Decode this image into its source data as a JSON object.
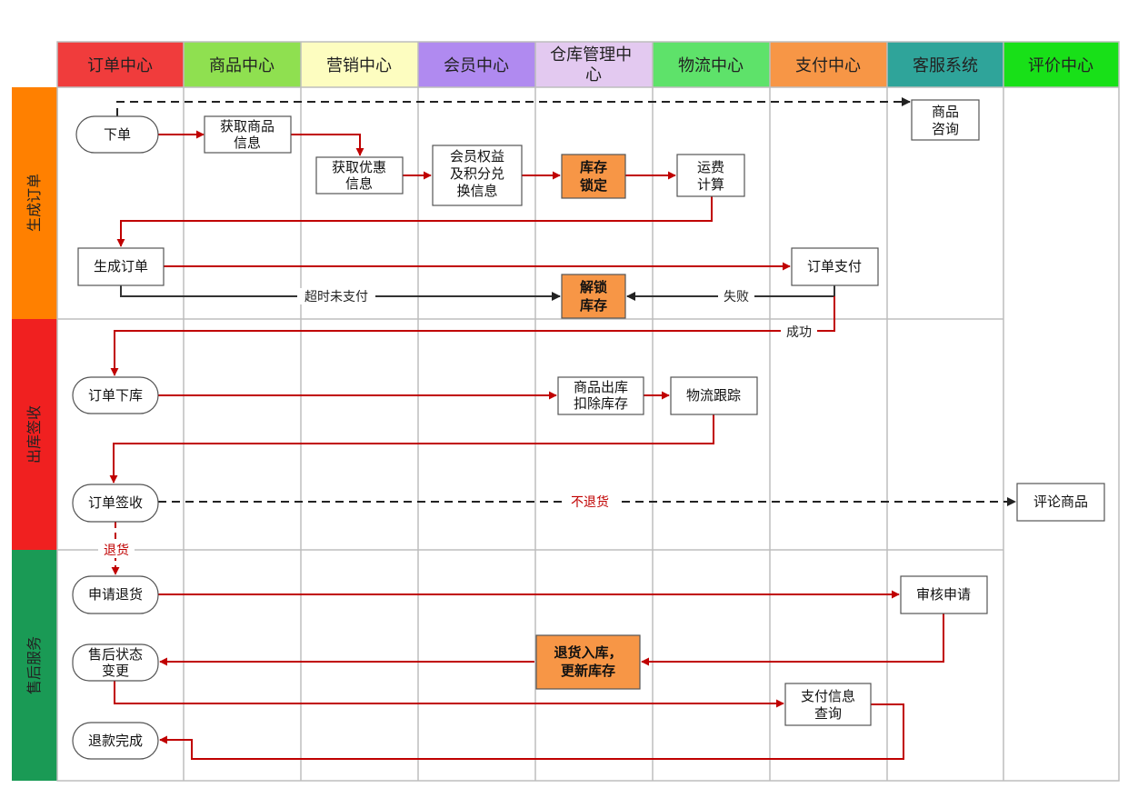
{
  "colors": {
    "red_arrow": "#c00000",
    "black_arrow": "#333333",
    "grid": "#bdbdbd",
    "highlight_box": "#f79646",
    "header_colors": [
      "#f03c3c",
      "#8fe050",
      "#fdfdc0",
      "#b08af0",
      "#e3c9f0",
      "#5ee26a",
      "#f79646",
      "#2fa49a",
      "#18e018"
    ],
    "row_colors": [
      "#ff8000",
      "#f02020",
      "#1a9a55"
    ]
  },
  "columns": [
    "订单中心",
    "商品中心",
    "营销中心",
    "会员中心",
    "仓库管理中心",
    "物流中心",
    "支付中心",
    "客服系统",
    "评价中心"
  ],
  "rows": [
    "生成订单",
    "出库签收",
    "售后服务"
  ],
  "nodes": {
    "place_order": "下单",
    "get_product_info": [
      "获取商品",
      "信息"
    ],
    "get_discount_info": [
      "获取优惠",
      "信息"
    ],
    "member_points": [
      "会员权益",
      "及积分兑",
      "换信息"
    ],
    "lock_stock": [
      "库存",
      "锁定"
    ],
    "shipping_calc": [
      "运费",
      "计算"
    ],
    "product_consult": [
      "商品",
      "咨询"
    ],
    "create_order": "生成订单",
    "order_pay": "订单支付",
    "unlock_stock": [
      "解锁",
      "库存"
    ],
    "order_outbound": "订单下库",
    "product_outbound": [
      "商品出库",
      "扣除库存"
    ],
    "logistics_track": "物流跟踪",
    "order_receive": "订单签收",
    "review_product": "评论商品",
    "apply_return": "申请退货",
    "review_apply": "审核申请",
    "aftersale_status": [
      "售后状态",
      "变更"
    ],
    "return_stock": [
      "退货入库，",
      "更新库存"
    ],
    "pay_info_query": [
      "支付信息",
      "查询"
    ],
    "refund_done": "退款完成"
  },
  "edge_labels": {
    "timeout_unpaid": "超时未支付",
    "fail": "失败",
    "success": "成功",
    "no_return": "不退货",
    "return": "退货"
  }
}
